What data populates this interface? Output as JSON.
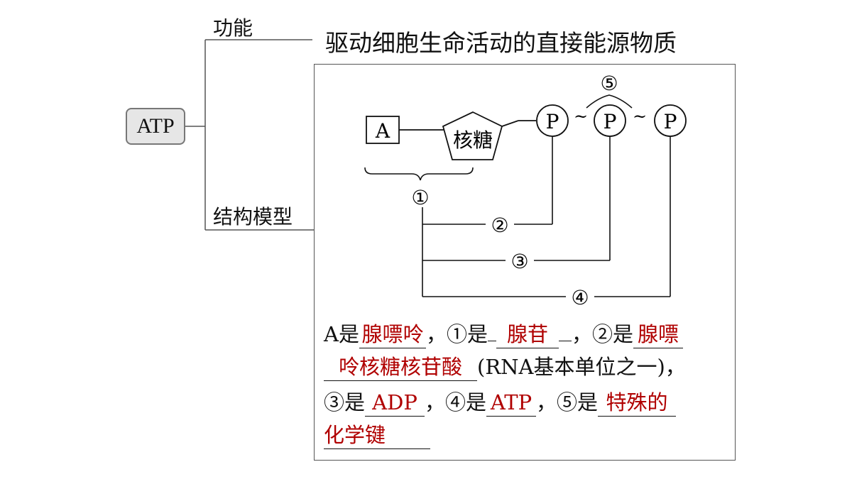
{
  "root": {
    "label": "ATP"
  },
  "branches": {
    "function_label": "功能",
    "function_text": "驱动细胞生命活动的直接能源物质",
    "structure_label": "结构模型"
  },
  "diagram": {
    "adenine": "A",
    "ribose": "核糖",
    "phosphate": "P",
    "tilde": "~",
    "markers": [
      "①",
      "②",
      "③",
      "④",
      "⑤"
    ]
  },
  "description": {
    "line1": {
      "p1": "A是",
      "a1": "腺嘌呤",
      "p2": "，①是",
      "a2": "腺苷",
      "p3": "，②是",
      "a3": "腺嘌"
    },
    "line2": {
      "a3b": "呤核糖核苷酸",
      "p4": "(RNA基本单位之一)，"
    },
    "line3": {
      "p5": "③是",
      "a4": "ADP",
      "p6": "，④是",
      "a5": "ATP",
      "p7": "，⑤是",
      "a6": "特殊的"
    },
    "line4": {
      "a6b": "化学键"
    }
  },
  "colors": {
    "answer": "#b00000",
    "root_fill": "#e6e6e6"
  }
}
